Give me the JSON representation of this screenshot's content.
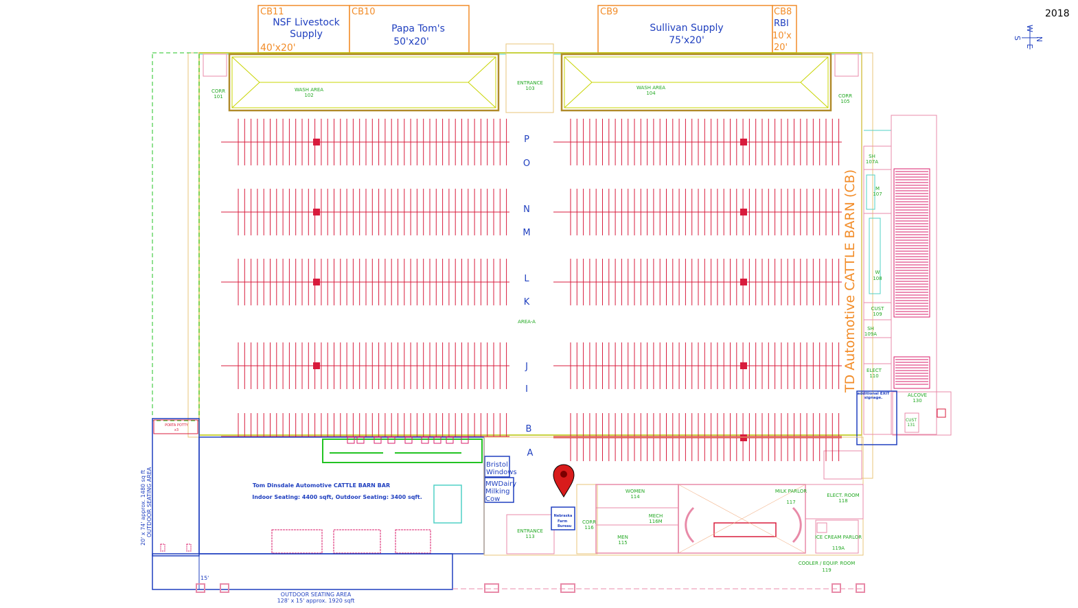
{
  "year": "2018",
  "compass": {
    "n": "N",
    "s": "S",
    "e": "E",
    "w": "W"
  },
  "booths": [
    {
      "code": "CB11",
      "name_line1": "NSF Livestock",
      "name_line2": "Supply",
      "size": "40'x20'"
    },
    {
      "code": "CB10",
      "name_line1": "Papa Tom's",
      "name_line2": "",
      "size": "50'x20'"
    },
    {
      "code": "CB9",
      "name_line1": "Sullivan Supply",
      "name_line2": "",
      "size": "75'x20'"
    },
    {
      "code": "CB8",
      "name_line1": "RBI",
      "name_line2": "",
      "size_line1": "10'x",
      "size_line2": "20'"
    }
  ],
  "rooms": {
    "corr101": {
      "name": "CORR",
      "num": "101"
    },
    "wash102": {
      "name": "WASH AREA",
      "num": "102"
    },
    "entrance103": {
      "name": "ENTRANCE",
      "num": "103"
    },
    "wash104": {
      "name": "WASH AREA",
      "num": "104"
    },
    "corr105": {
      "name": "CORR",
      "num": "105"
    },
    "sh107a": {
      "name": "SH",
      "num": "107A"
    },
    "m107": {
      "name": "M",
      "num": "107"
    },
    "w108": {
      "name": "W",
      "num": "108"
    },
    "cust109": {
      "name": "CUST",
      "num": "109"
    },
    "sh109a": {
      "name": "SH",
      "num": "109A"
    },
    "elect110": {
      "name": "ELECT",
      "num": "110"
    },
    "alcove130": {
      "name": "ALCOVE",
      "num": "130"
    },
    "cust131": {
      "name": "CUST",
      "num": "131"
    },
    "entrance113": {
      "name": "ENTRANCE",
      "num": "113"
    },
    "corr116": {
      "name": "CORR",
      "num": "116"
    },
    "women114": {
      "name": "WOMEN",
      "num": "114"
    },
    "mech116m": {
      "name": "MECH",
      "num": "116M"
    },
    "men115": {
      "name": "MEN",
      "num": "115"
    },
    "milk117": {
      "name": "MILK PARLOR",
      "num": "117"
    },
    "elect118": {
      "name": "ELECT. ROOM",
      "num": "118"
    },
    "ice119a": {
      "name": "ICE CREAM PARLOR",
      "num": "119A"
    },
    "cooler119": {
      "name": "COOLER / EQUIP. ROOM",
      "num": "119"
    }
  },
  "aisles": [
    "P",
    "O",
    "N",
    "M",
    "L",
    "K",
    "J",
    "I",
    "B",
    "A"
  ],
  "area_label": "AREA-A",
  "barn_title": "TD Automotive CATTLE BARN (CB)",
  "bar": {
    "title": "Tom Dinsdale Automotive CATTLE BARN BAR",
    "seating": "Indoor Seating:  4400 sqft, Outdoor Seating:  3400 sqft."
  },
  "porta_potty": {
    "line1": "PORTA POTTY",
    "line2": "x3"
  },
  "exit_note": {
    "line1": "additional EXIT",
    "line2": "signage."
  },
  "vendors": {
    "bristol_line1": "Bristol",
    "bristol_line2": "Windows",
    "mw_line1": "MWDairy",
    "mw_line2": "Milking",
    "mw_line3": "Cow",
    "nfb_line1": "Nebraska",
    "nfb_line2": "Farm",
    "nfb_line3": "Bureau"
  },
  "outdoor_west": {
    "line1": "20' x 74' approx. 1480 sq ft",
    "line2": "OUTDOOR SEATING AREA"
  },
  "outdoor_south": {
    "line1": "OUTDOOR SEATING AREA",
    "line2": "128' x 15' approx. 1920 sqft"
  },
  "dim_15": "15'",
  "colors": {
    "orange": "#f28c28",
    "red": "#d81b3c",
    "blue": "#1f3fbf",
    "green": "#22c322",
    "yellowgreen": "#b5c400",
    "olive": "#b08a2a",
    "pink": "#e88aa8",
    "magenta": "#d81b6a",
    "cyan": "#4fd1c5"
  }
}
